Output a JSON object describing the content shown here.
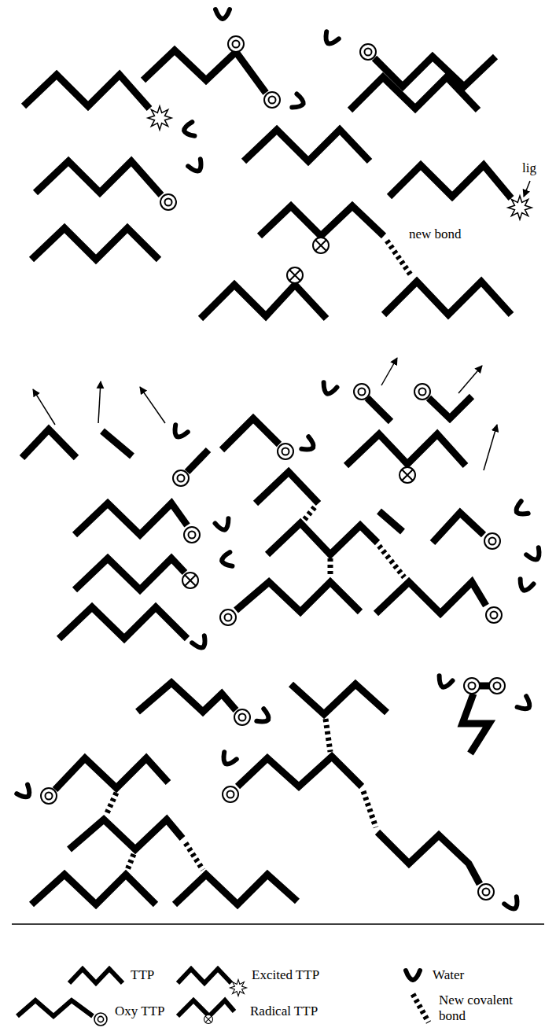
{
  "diagram": {
    "labels": [
      "lig",
      "new bond"
    ],
    "legend": [
      {
        "text": "TTP"
      },
      {
        "text": "Excited TTP"
      },
      {
        "text": "Water"
      },
      {
        "text": "Oxy TTP"
      },
      {
        "text": "Radical TTP"
      },
      {
        "text": "New covalent bond"
      }
    ]
  }
}
